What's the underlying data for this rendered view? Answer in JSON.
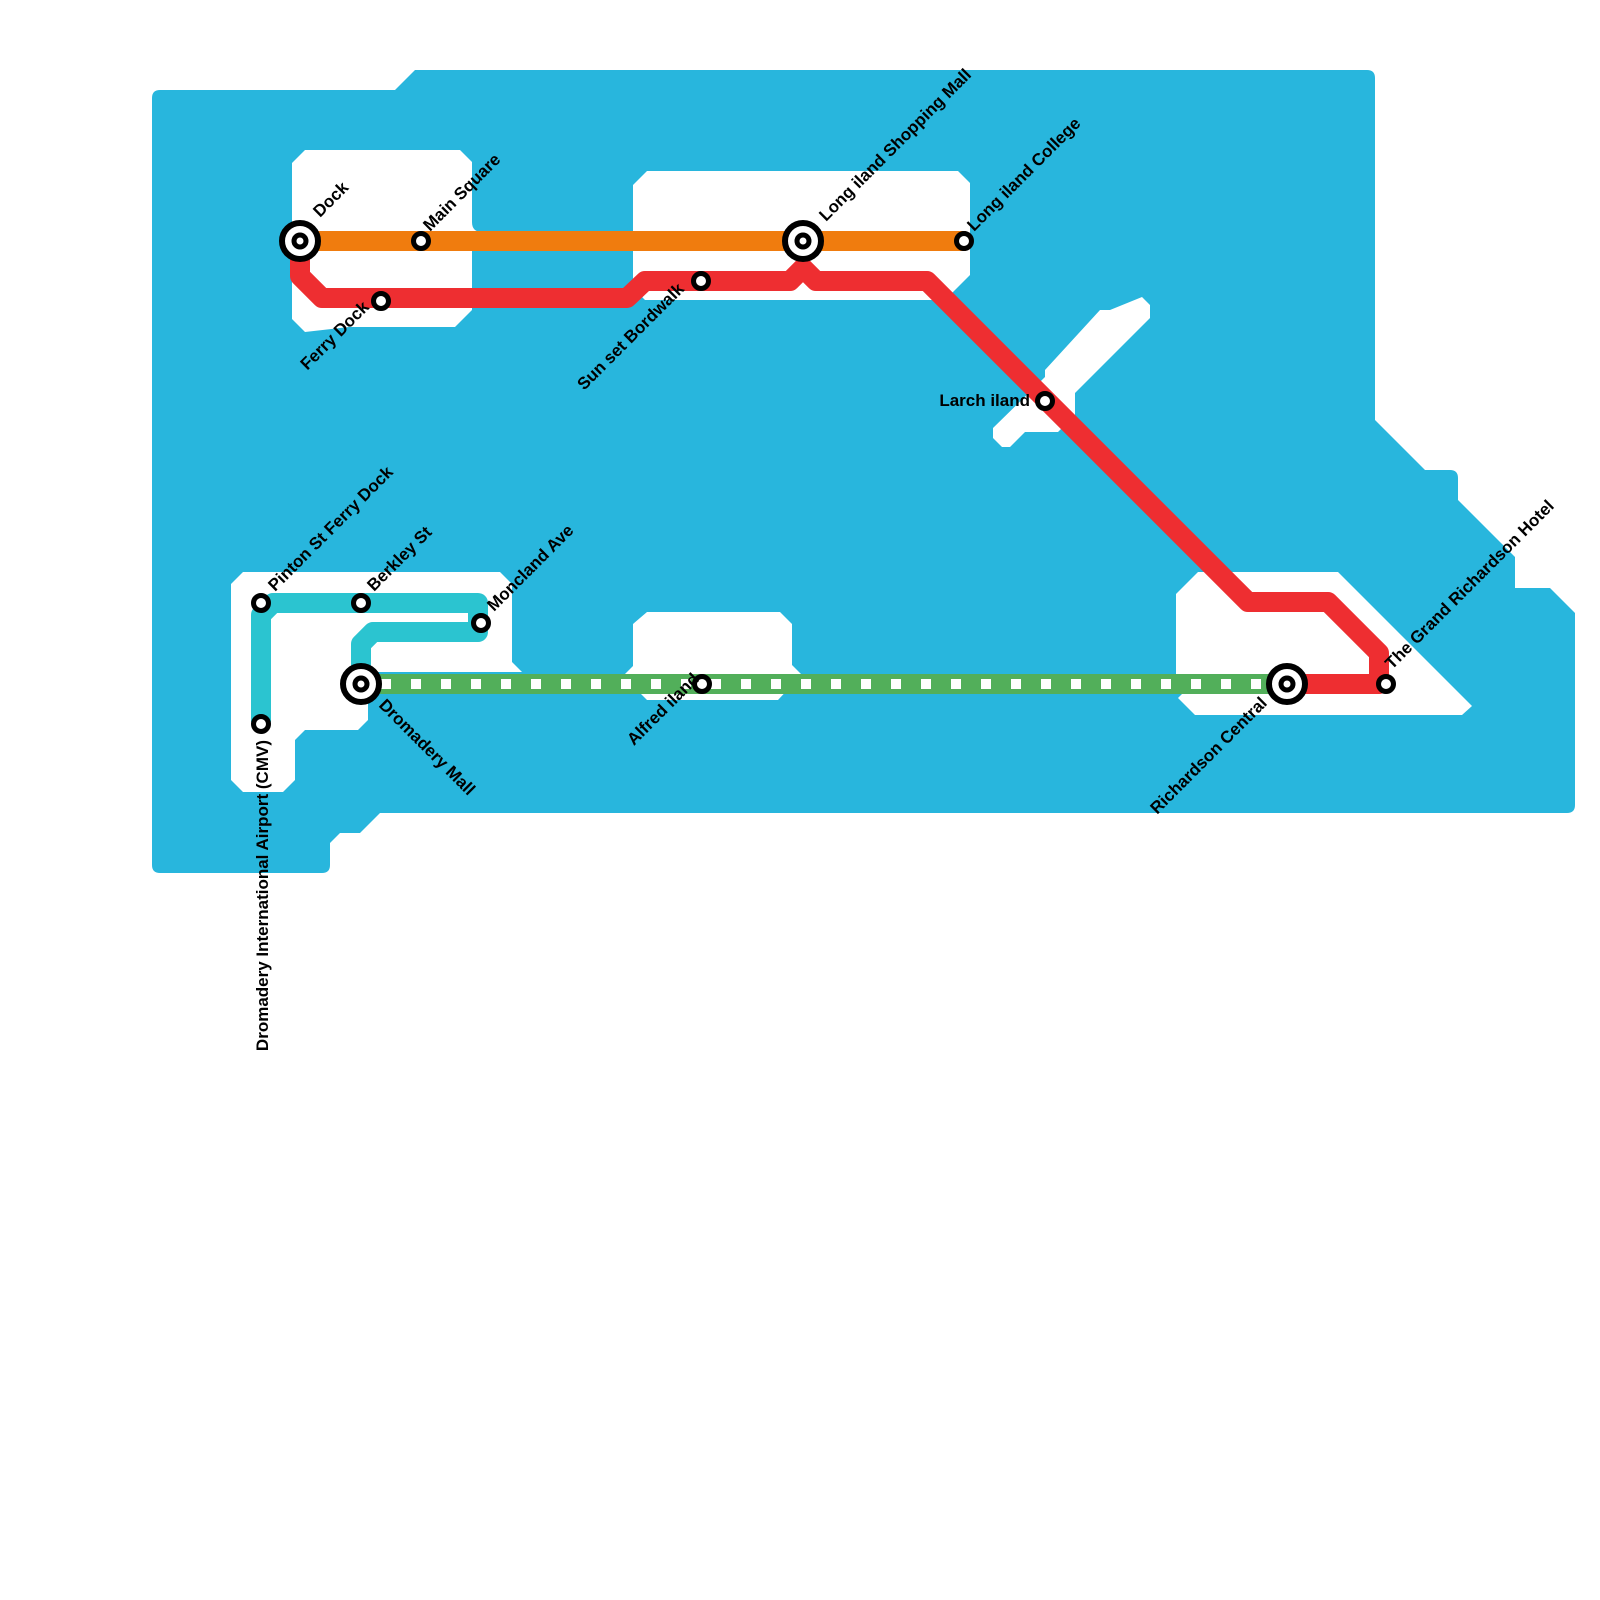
{
  "map": {
    "type": "transit-map",
    "colors": {
      "water": "#28B6DD",
      "land": "#FFFFFF",
      "station_stroke": "#000000",
      "station_fill": "#FFFFFF"
    }
  },
  "lines": [
    {
      "id": "orange",
      "color": "#F07C0E",
      "style": "solid",
      "stations": [
        "Dock",
        "Main Square",
        "Long iland Shopping Mall",
        "Long iland College"
      ]
    },
    {
      "id": "red",
      "color": "#EE2E31",
      "style": "solid",
      "stations": [
        "Dock",
        "Ferry Dock",
        "Sun set Bordwalk",
        "Long iland Shopping Mall",
        "Larch iland",
        "Richardson Central",
        "The Grand Richardson Hotel"
      ]
    },
    {
      "id": "teal",
      "color": "#2BC4D0",
      "style": "solid",
      "stations": [
        "Dromadery International Airport (CMV)",
        "Pinton St Ferry Dock",
        "Berkley St",
        "Moncland Ave",
        "Dromadery Mall"
      ]
    },
    {
      "id": "green",
      "color": "#52AF5A",
      "style": "dashed",
      "stations": [
        "Dromadery Mall",
        "Alfred iland",
        "Richardson Central"
      ]
    }
  ],
  "stations": [
    {
      "name": "Dock",
      "interchange": true
    },
    {
      "name": "Main Square",
      "interchange": false
    },
    {
      "name": "Ferry Dock",
      "interchange": false
    },
    {
      "name": "Sun set Bordwalk",
      "interchange": false
    },
    {
      "name": "Long iland Shopping Mall",
      "interchange": true
    },
    {
      "name": "Long iland College",
      "interchange": false
    },
    {
      "name": "Larch iland",
      "interchange": false
    },
    {
      "name": "Pinton St Ferry Dock",
      "interchange": false
    },
    {
      "name": "Berkley St",
      "interchange": false
    },
    {
      "name": "Moncland Ave",
      "interchange": false
    },
    {
      "name": "Dromadery Mall",
      "interchange": true
    },
    {
      "name": "Dromadery International Airport (CMV)",
      "interchange": false
    },
    {
      "name": "Alfred iland",
      "interchange": false
    },
    {
      "name": "Richardson Central",
      "interchange": true
    },
    {
      "name": "The Grand Richardson Hotel",
      "interchange": false
    }
  ]
}
